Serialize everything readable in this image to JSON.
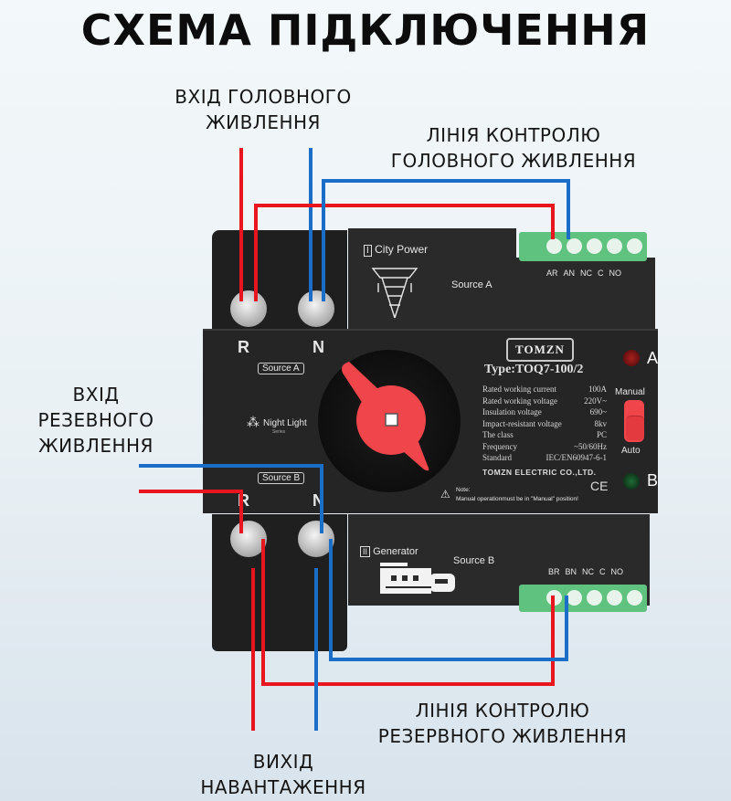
{
  "title": "СХЕМА ПІДКЛЮЧЕННЯ",
  "labels": {
    "main_input": [
      "ВХІД ГОЛОВНОГО",
      "ЖИВЛЕННЯ"
    ],
    "main_control": [
      "ЛІНІЯ КОНТРОЛЮ",
      "ГОЛОВНОГО ЖИВЛЕННЯ"
    ],
    "backup_input": [
      "ВХІД",
      "РЕЗЕВНОГО",
      "ЖИВЛЕННЯ"
    ],
    "backup_control": [
      "ЛІНІЯ КОНТРОЛЮ",
      "РЕЗЕРВНОГО ЖИВЛЕННЯ"
    ],
    "load_output": [
      "ВИХІД",
      "НАВАНТАЖЕННЯ"
    ]
  },
  "device": {
    "brand": "TOMZN",
    "type": "Type:TOQ7-100/2",
    "terminal_top": {
      "r": "R",
      "n": "N",
      "source": "Source A"
    },
    "terminal_bottom": {
      "r": "R",
      "n": "N",
      "source": "Source B"
    },
    "night_light": "Night Light",
    "night_light_sub": "Series",
    "source_a": {
      "num": "I",
      "name": "City Power",
      "label": "Source A",
      "pins": [
        "AR",
        "AN",
        "NC",
        "C",
        "NO"
      ]
    },
    "source_b": {
      "num": "II",
      "name": "Generator",
      "label": "Source B",
      "pins": [
        "BR",
        "BN",
        "NC",
        "C",
        "NO"
      ]
    },
    "specs": [
      {
        "k": "Rated working current",
        "v": "100A"
      },
      {
        "k": "Rated working voltage",
        "v": "220V~"
      },
      {
        "k": "Insulation voltage",
        "v": "690~"
      },
      {
        "k": "Impact-resistant voltage",
        "v": "8kv"
      },
      {
        "k": "The class",
        "v": "PC"
      },
      {
        "k": "Frequency",
        "v": "~50/60Hz"
      },
      {
        "k": "Standard",
        "v": "IEC/EN60947-6-1"
      }
    ],
    "company": "TOMZN ELECTRIC CO.,LTD.",
    "ce": "CE",
    "note_title": "Note:",
    "note_text": "Manual operationmust be in \"Manual\" position!",
    "indicator_a": "A",
    "indicator_b": "B",
    "mode_manual": "Manual",
    "mode_auto": "Auto"
  },
  "colors": {
    "live": "#e8141e",
    "neutral": "#1a6ec8",
    "device": "#2a2a2b",
    "handle": "#f0454a",
    "terminal_block": "#5fc27e"
  }
}
